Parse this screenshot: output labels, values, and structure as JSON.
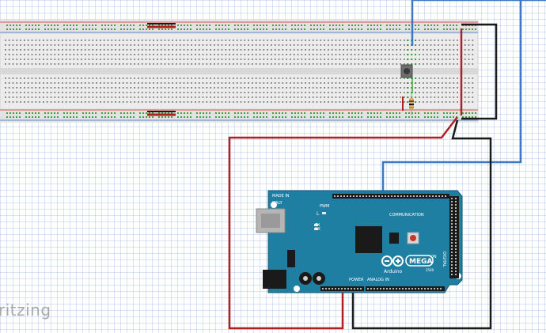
{
  "watermark": "ritzing",
  "breadboard": {
    "top_rail_holes_per_group": 5,
    "groups_per_row": 25
  },
  "arduino": {
    "board_name": "MEGA",
    "brand": "Arduino",
    "made_in_line1": "MADE IN",
    "made_in_line2": "ITALY",
    "label_communication": "COMMUNICATION",
    "label_power": "POWER",
    "label_analog_in": "ANALOG IN",
    "label_digital": "DIGITAL",
    "label_pwm": "PWM",
    "label_tx": "TX",
    "label_rx": "RX",
    "label_l": "L",
    "label_on": "ON",
    "board_suffix": "2560"
  },
  "colors": {
    "wire_red": "#b01f24",
    "wire_black": "#1a1a1a",
    "wire_blue": "#3a78c2",
    "board_teal": "#1f7fa3",
    "breadboard_body": "#ececec",
    "hole_green": "#3da33d"
  }
}
